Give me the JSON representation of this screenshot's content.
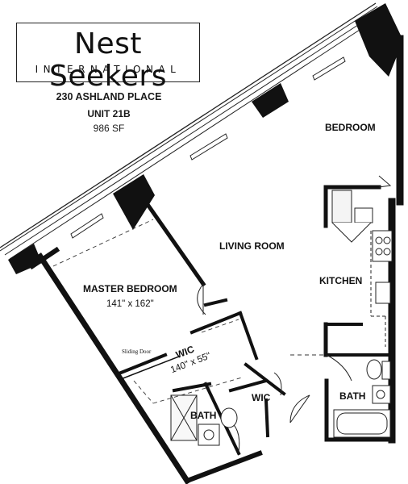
{
  "logo": {
    "name": "Nest Seekers",
    "sub": "INTERNATIONAL"
  },
  "listing": {
    "address": "230 ASHLAND PLACE",
    "unit": "UNIT 21B",
    "area": "986 SF"
  },
  "rooms": {
    "bedroom": "BEDROOM",
    "living": "LIVING ROOM",
    "master": "MASTER BEDROOM",
    "master_dims": "141\" x 162\"",
    "kitchen": "KITCHEN",
    "wic_main": "WIC",
    "wic_main_dims": "140\" x 55\"",
    "sliding": "Sliding Door",
    "wic_small": "WIC",
    "bath_master": "BATH",
    "bath_right": "BATH"
  },
  "colors": {
    "wall": "#111111",
    "line": "#222222",
    "background": "#ffffff"
  }
}
